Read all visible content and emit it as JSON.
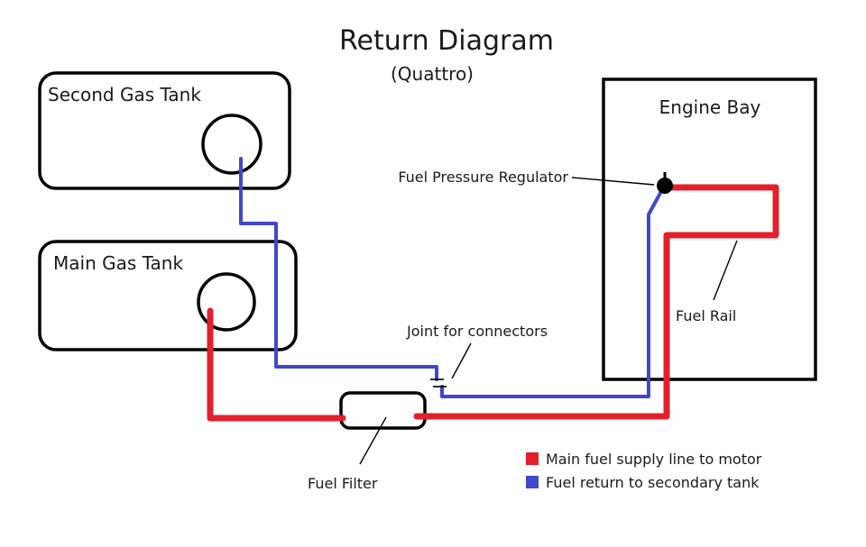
{
  "title": "Return Diagram",
  "subtitle": "(Quattro)",
  "tanks": {
    "second": "Second Gas Tank",
    "main": "Main Gas Tank"
  },
  "engine_bay": "Engine Bay",
  "callouts": {
    "regulator": "Fuel Pressure Regulator",
    "joint": "Joint for connectors",
    "fuel_rail": "Fuel Rail",
    "filter": "Fuel Filter"
  },
  "legend": {
    "supply": "Main fuel supply line to motor",
    "return": "Fuel return to secondary tank"
  },
  "colors": {
    "supply": "#e2202c",
    "return": "#3f48cc"
  }
}
